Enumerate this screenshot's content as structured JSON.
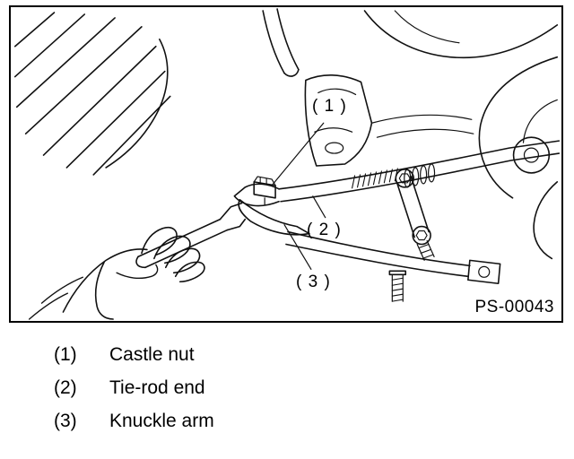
{
  "figure": {
    "code": "PS-00043",
    "callouts": [
      {
        "label": "( 1 )"
      },
      {
        "label": "( 2 )"
      },
      {
        "label": "( 3 )"
      }
    ]
  },
  "legend": {
    "items": [
      {
        "num": "(1)",
        "label": "Castle nut"
      },
      {
        "num": "(2)",
        "label": "Tie-rod end"
      },
      {
        "num": "(3)",
        "label": "Knuckle arm"
      }
    ]
  }
}
